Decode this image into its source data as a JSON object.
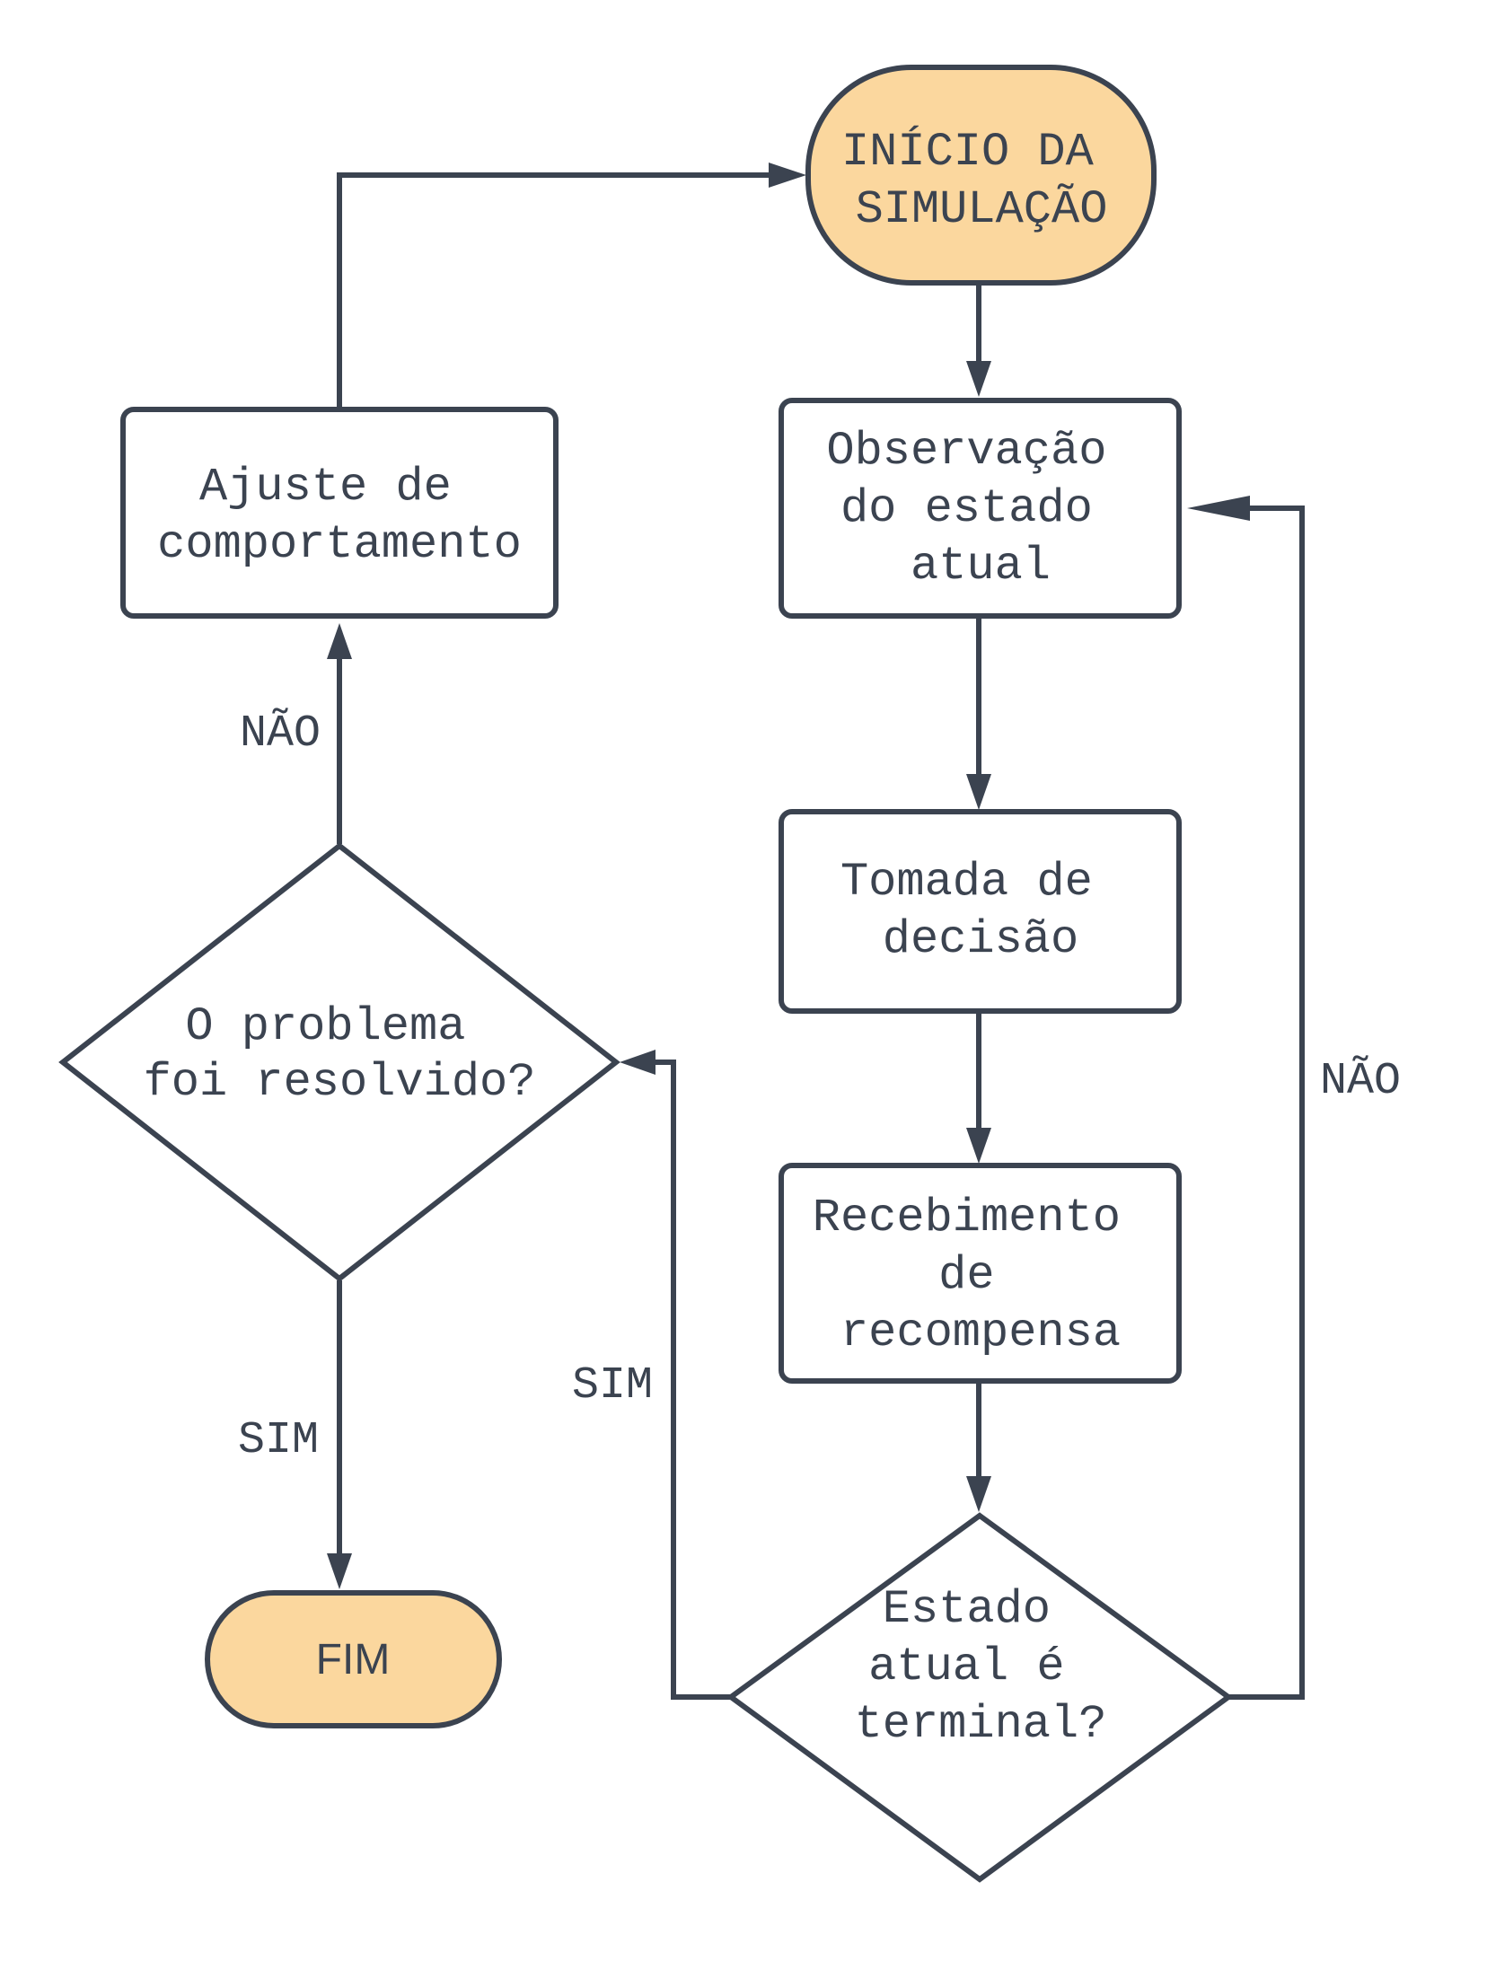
{
  "diagram": {
    "colors": {
      "stroke": "#3b4350",
      "terminal_fill": "#fbd79e",
      "process_fill": "#ffffff",
      "background": "#ffffff"
    },
    "nodes": {
      "inicio": {
        "lines": [
          "INÍCIO DA",
          "SIMULAÇÃO"
        ]
      },
      "observacao": {
        "lines": [
          "Observação",
          "do estado",
          "atual"
        ]
      },
      "tomada": {
        "lines": [
          "Tomada de",
          "decisão"
        ]
      },
      "recebimento": {
        "lines": [
          "Recebimento",
          "de",
          "recompensa"
        ]
      },
      "estado_terminal": {
        "lines": [
          "Estado",
          "atual é",
          "terminal?"
        ]
      },
      "problema_resolvido": {
        "lines": [
          "O problema",
          "foi resolvido?"
        ]
      },
      "ajuste": {
        "lines": [
          "Ajuste de",
          "comportamento"
        ]
      },
      "fim": {
        "label": "FIM"
      }
    },
    "edge_labels": {
      "nao_right": "NÃO",
      "sim_middle": "SIM",
      "nao_left": "NÃO",
      "sim_left": "SIM"
    }
  }
}
